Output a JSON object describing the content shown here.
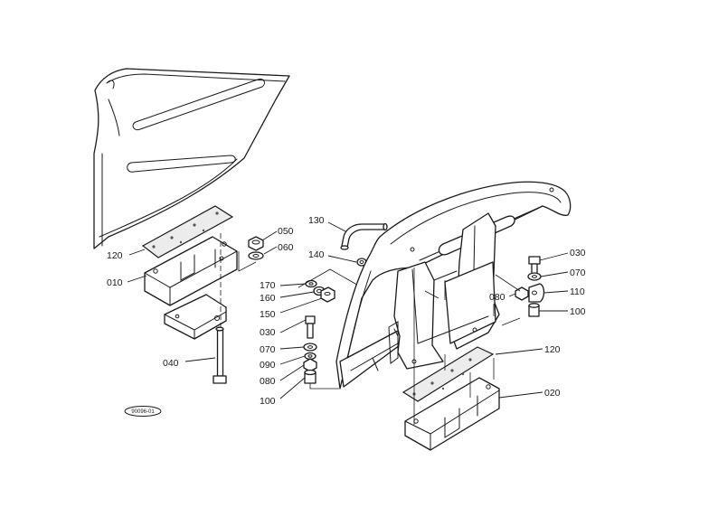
{
  "labels": {
    "p010": "010",
    "p020": "020",
    "p030a": "030",
    "p030b": "030",
    "p040": "040",
    "p050": "050",
    "p060": "060",
    "p070a": "070",
    "p070b": "070",
    "p080a": "080",
    "p080b": "080",
    "p090": "090",
    "p100a": "100",
    "p100b": "100",
    "p110": "110",
    "p120a": "120",
    "p120b": "120",
    "p130": "130",
    "p140": "140",
    "p150": "150",
    "p160": "160",
    "p170": "170"
  },
  "drawing_code": "90096-01"
}
